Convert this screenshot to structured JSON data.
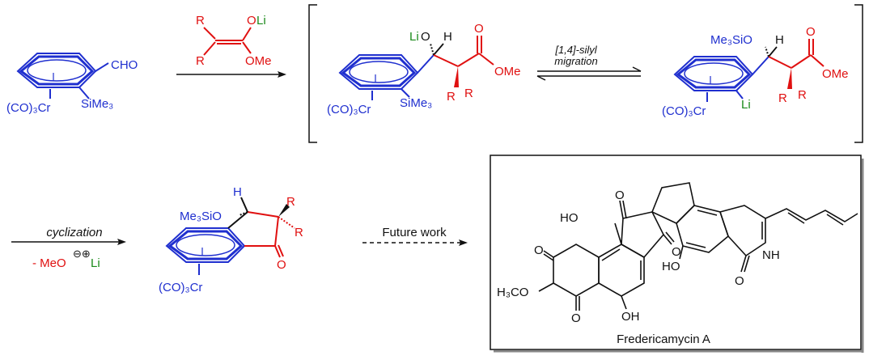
{
  "colors": {
    "arene": "#1f2fcf",
    "reagent": "#e01010",
    "lithium": "#1a8a1a",
    "black": "#111111"
  },
  "start": {
    "cho": "CHO",
    "sime3": "SiMe₃",
    "cr": "(CO)₃Cr"
  },
  "reagent": {
    "r1": "R",
    "r2": "R",
    "oli_o": "O",
    "oli_li": "Li",
    "ome": "OMe"
  },
  "intermediate1": {
    "lio_li": "Li",
    "lio_o": "O",
    "h": "H",
    "o": "O",
    "ome": "OMe",
    "r1": "R",
    "r2": "R",
    "sime3": "SiMe₃",
    "cr": "(CO)₃Cr"
  },
  "equilibrium": {
    "label1": "[1,4]-silyl",
    "label2": "migration"
  },
  "intermediate2": {
    "me3sio": "Me₃SiO",
    "h": "H",
    "o": "O",
    "ome": "OMe",
    "r1": "R",
    "r2": "R",
    "li": "Li",
    "cr": "(CO)₃Cr"
  },
  "cyclization": {
    "label": "cyclization",
    "byproduct_meo": "- MeO",
    "charges": "⊖⊕",
    "byproduct_li": "Li"
  },
  "product": {
    "h": "H",
    "me3sio": "Me₃SiO",
    "r1": "R",
    "r2": "R",
    "o": "O",
    "cr": "(CO)₃Cr"
  },
  "future": {
    "label": "Future work"
  },
  "target": {
    "name": "Fredericamycin A",
    "ho1": "HO",
    "o_top": "O",
    "o_ring": "O",
    "o_left": "O",
    "h3co": "H₃CO",
    "o_bottom": "O",
    "oh": "OH",
    "ho2": "HO",
    "nh": "NH",
    "o_amide": "O"
  }
}
